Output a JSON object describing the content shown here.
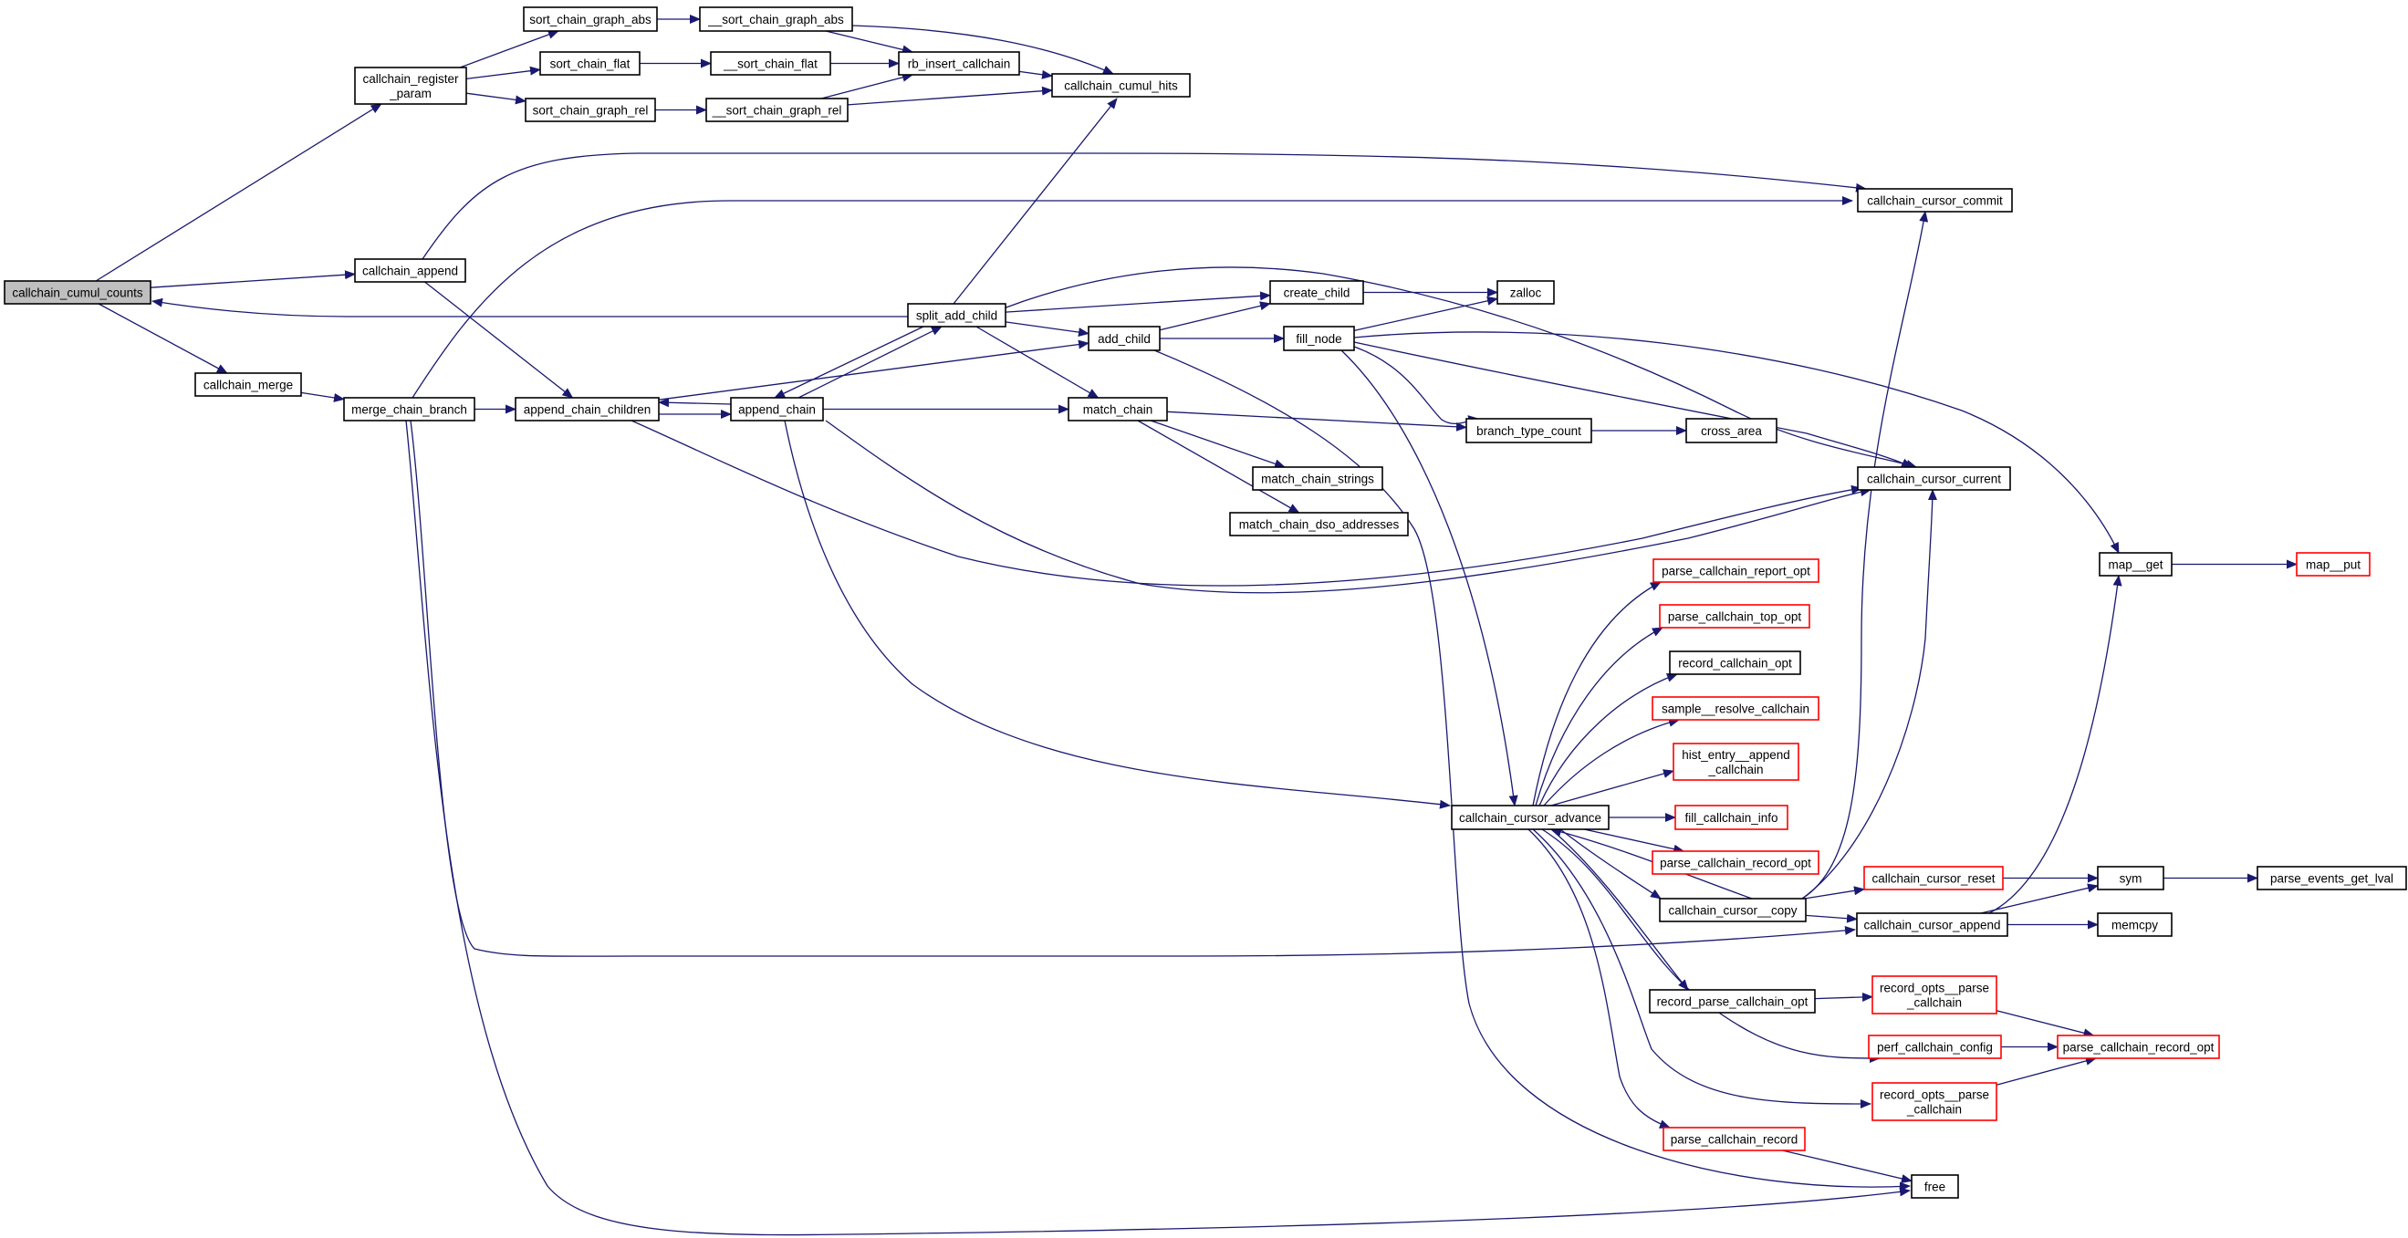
{
  "diagram": {
    "type": "call-graph",
    "root": "callchain_cumul_counts",
    "colors": {
      "edge": "#191970",
      "node_border": "#000000",
      "node_border_truncated": "#ff0000",
      "node_fill": "#ffffff",
      "root_fill": "#bfbfbf",
      "background": "#ffffff"
    },
    "nodes": [
      {
        "id": "callchain_cumul_counts",
        "lines": [
          "callchain_cumul_counts"
        ],
        "style": "root"
      },
      {
        "id": "callchain_register_param",
        "lines": [
          "callchain_register",
          "_param"
        ],
        "style": "normal"
      },
      {
        "id": "sort_chain_graph_abs",
        "lines": [
          "sort_chain_graph_abs"
        ],
        "style": "normal"
      },
      {
        "id": "__sort_chain_graph_abs",
        "lines": [
          "__sort_chain_graph_abs"
        ],
        "style": "normal"
      },
      {
        "id": "sort_chain_flat",
        "lines": [
          "sort_chain_flat"
        ],
        "style": "normal"
      },
      {
        "id": "__sort_chain_flat",
        "lines": [
          "__sort_chain_flat"
        ],
        "style": "normal"
      },
      {
        "id": "sort_chain_graph_rel",
        "lines": [
          "sort_chain_graph_rel"
        ],
        "style": "normal"
      },
      {
        "id": "__sort_chain_graph_rel",
        "lines": [
          "__sort_chain_graph_rel"
        ],
        "style": "normal"
      },
      {
        "id": "rb_insert_callchain",
        "lines": [
          "rb_insert_callchain"
        ],
        "style": "normal"
      },
      {
        "id": "callchain_cumul_hits",
        "lines": [
          "callchain_cumul_hits"
        ],
        "style": "normal"
      },
      {
        "id": "callchain_append",
        "lines": [
          "callchain_append"
        ],
        "style": "normal"
      },
      {
        "id": "callchain_merge",
        "lines": [
          "callchain_merge"
        ],
        "style": "normal"
      },
      {
        "id": "merge_chain_branch",
        "lines": [
          "merge_chain_branch"
        ],
        "style": "normal"
      },
      {
        "id": "append_chain_children",
        "lines": [
          "append_chain_children"
        ],
        "style": "normal"
      },
      {
        "id": "append_chain",
        "lines": [
          "append_chain"
        ],
        "style": "normal"
      },
      {
        "id": "split_add_child",
        "lines": [
          "split_add_child"
        ],
        "style": "normal"
      },
      {
        "id": "add_child",
        "lines": [
          "add_child"
        ],
        "style": "normal"
      },
      {
        "id": "create_child",
        "lines": [
          "create_child"
        ],
        "style": "normal"
      },
      {
        "id": "fill_node",
        "lines": [
          "fill_node"
        ],
        "style": "normal"
      },
      {
        "id": "zalloc",
        "lines": [
          "zalloc"
        ],
        "style": "normal"
      },
      {
        "id": "match_chain",
        "lines": [
          "match_chain"
        ],
        "style": "normal"
      },
      {
        "id": "branch_type_count",
        "lines": [
          "branch_type_count"
        ],
        "style": "normal"
      },
      {
        "id": "cross_area",
        "lines": [
          "cross_area"
        ],
        "style": "normal"
      },
      {
        "id": "match_chain_strings",
        "lines": [
          "match_chain_strings"
        ],
        "style": "normal"
      },
      {
        "id": "match_chain_dso_addresses",
        "lines": [
          "match_chain_dso_addresses"
        ],
        "style": "normal"
      },
      {
        "id": "callchain_cursor_commit",
        "lines": [
          "callchain_cursor_commit"
        ],
        "style": "normal"
      },
      {
        "id": "callchain_cursor_current",
        "lines": [
          "callchain_cursor_current"
        ],
        "style": "normal"
      },
      {
        "id": "map__get",
        "lines": [
          "map__get"
        ],
        "style": "normal"
      },
      {
        "id": "map__put",
        "lines": [
          "map__put"
        ],
        "style": "truncated"
      },
      {
        "id": "parse_callchain_report_opt",
        "lines": [
          "parse_callchain_report_opt"
        ],
        "style": "truncated"
      },
      {
        "id": "parse_callchain_top_opt",
        "lines": [
          "parse_callchain_top_opt"
        ],
        "style": "truncated"
      },
      {
        "id": "record_callchain_opt",
        "lines": [
          "record_callchain_opt"
        ],
        "style": "normal"
      },
      {
        "id": "sample__resolve_callchain",
        "lines": [
          "sample__resolve_callchain"
        ],
        "style": "truncated"
      },
      {
        "id": "hist_entry__append_callchain",
        "lines": [
          "hist_entry__append",
          "_callchain"
        ],
        "style": "truncated"
      },
      {
        "id": "callchain_cursor_advance",
        "lines": [
          "callchain_cursor_advance"
        ],
        "style": "normal"
      },
      {
        "id": "fill_callchain_info",
        "lines": [
          "fill_callchain_info"
        ],
        "style": "truncated"
      },
      {
        "id": "parse_callchain_record_opt_a",
        "lines": [
          "parse_callchain_record_opt"
        ],
        "style": "truncated"
      },
      {
        "id": "callchain_cursor_reset",
        "lines": [
          "callchain_cursor_reset"
        ],
        "style": "truncated"
      },
      {
        "id": "callchain_cursor__copy",
        "lines": [
          "callchain_cursor__copy"
        ],
        "style": "normal"
      },
      {
        "id": "sym",
        "lines": [
          "sym"
        ],
        "style": "normal"
      },
      {
        "id": "parse_events_get_lval",
        "lines": [
          "parse_events_get_lval"
        ],
        "style": "normal"
      },
      {
        "id": "callchain_cursor_append",
        "lines": [
          "callchain_cursor_append"
        ],
        "style": "normal"
      },
      {
        "id": "memcpy",
        "lines": [
          "memcpy"
        ],
        "style": "normal"
      },
      {
        "id": "record_parse_callchain_opt",
        "lines": [
          "record_parse_callchain_opt"
        ],
        "style": "normal"
      },
      {
        "id": "record_opts__parse_callchain_a",
        "lines": [
          "record_opts__parse",
          "_callchain"
        ],
        "style": "truncated"
      },
      {
        "id": "perf_callchain_config",
        "lines": [
          "perf_callchain_config"
        ],
        "style": "truncated"
      },
      {
        "id": "parse_callchain_record_opt_b",
        "lines": [
          "parse_callchain_record_opt"
        ],
        "style": "truncated"
      },
      {
        "id": "record_opts__parse_callchain_b",
        "lines": [
          "record_opts__parse",
          "_callchain"
        ],
        "style": "truncated"
      },
      {
        "id": "parse_callchain_record",
        "lines": [
          "parse_callchain_record"
        ],
        "style": "truncated"
      },
      {
        "id": "free",
        "lines": [
          "free"
        ],
        "style": "normal"
      }
    ],
    "edges": [
      {
        "from": "callchain_cumul_counts",
        "to": "callchain_register_param"
      },
      {
        "from": "callchain_cumul_counts",
        "to": "callchain_append"
      },
      {
        "from": "callchain_cumul_counts",
        "to": "callchain_merge"
      },
      {
        "from": "callchain_register_param",
        "to": "sort_chain_graph_abs"
      },
      {
        "from": "callchain_register_param",
        "to": "sort_chain_flat"
      },
      {
        "from": "callchain_register_param",
        "to": "sort_chain_graph_rel"
      },
      {
        "from": "sort_chain_graph_abs",
        "to": "__sort_chain_graph_abs"
      },
      {
        "from": "sort_chain_flat",
        "to": "__sort_chain_flat"
      },
      {
        "from": "sort_chain_graph_rel",
        "to": "__sort_chain_graph_rel"
      },
      {
        "from": "__sort_chain_graph_abs",
        "to": "rb_insert_callchain"
      },
      {
        "from": "__sort_chain_graph_abs",
        "to": "callchain_cumul_hits"
      },
      {
        "from": "__sort_chain_flat",
        "to": "rb_insert_callchain"
      },
      {
        "from": "__sort_chain_graph_rel",
        "to": "rb_insert_callchain"
      },
      {
        "from": "__sort_chain_graph_rel",
        "to": "callchain_cumul_hits"
      },
      {
        "from": "rb_insert_callchain",
        "to": "callchain_cumul_hits"
      },
      {
        "from": "callchain_append",
        "to": "callchain_cursor_commit"
      },
      {
        "from": "callchain_append",
        "to": "append_chain_children"
      },
      {
        "from": "callchain_merge",
        "to": "merge_chain_branch"
      },
      {
        "from": "merge_chain_branch",
        "to": "callchain_cursor_commit"
      },
      {
        "from": "merge_chain_branch",
        "to": "append_chain_children"
      },
      {
        "from": "merge_chain_branch",
        "to": "callchain_cursor_append"
      },
      {
        "from": "merge_chain_branch",
        "to": "free"
      },
      {
        "from": "append_chain_children",
        "to": "append_chain"
      },
      {
        "from": "append_chain_children",
        "to": "add_child"
      },
      {
        "from": "append_chain_children",
        "to": "callchain_cursor_current"
      },
      {
        "from": "append_chain",
        "to": "append_chain_children"
      },
      {
        "from": "append_chain",
        "to": "split_add_child"
      },
      {
        "from": "append_chain",
        "to": "match_chain"
      },
      {
        "from": "append_chain",
        "to": "callchain_cursor_current"
      },
      {
        "from": "append_chain",
        "to": "callchain_cursor_advance"
      },
      {
        "from": "split_add_child",
        "to": "callchain_cumul_counts"
      },
      {
        "from": "split_add_child",
        "to": "callchain_cumul_hits"
      },
      {
        "from": "split_add_child",
        "to": "create_child"
      },
      {
        "from": "split_add_child",
        "to": "add_child"
      },
      {
        "from": "split_add_child",
        "to": "append_chain"
      },
      {
        "from": "split_add_child",
        "to": "match_chain"
      },
      {
        "from": "split_add_child",
        "to": "callchain_cursor_current"
      },
      {
        "from": "add_child",
        "to": "create_child"
      },
      {
        "from": "add_child",
        "to": "fill_node"
      },
      {
        "from": "add_child",
        "to": "free"
      },
      {
        "from": "create_child",
        "to": "zalloc"
      },
      {
        "from": "fill_node",
        "to": "zalloc"
      },
      {
        "from": "fill_node",
        "to": "branch_type_count"
      },
      {
        "from": "fill_node",
        "to": "callchain_cursor_current"
      },
      {
        "from": "fill_node",
        "to": "map__get"
      },
      {
        "from": "fill_node",
        "to": "callchain_cursor_advance"
      },
      {
        "from": "match_chain",
        "to": "branch_type_count"
      },
      {
        "from": "match_chain",
        "to": "match_chain_strings"
      },
      {
        "from": "match_chain",
        "to": "match_chain_dso_addresses"
      },
      {
        "from": "branch_type_count",
        "to": "cross_area"
      },
      {
        "from": "map__get",
        "to": "map__put"
      },
      {
        "from": "callchain_cursor_advance",
        "to": "parse_callchain_report_opt"
      },
      {
        "from": "callchain_cursor_advance",
        "to": "parse_callchain_top_opt"
      },
      {
        "from": "callchain_cursor_advance",
        "to": "record_callchain_opt"
      },
      {
        "from": "callchain_cursor_advance",
        "to": "sample__resolve_callchain"
      },
      {
        "from": "callchain_cursor_advance",
        "to": "hist_entry__append_callchain"
      },
      {
        "from": "callchain_cursor_advance",
        "to": "fill_callchain_info"
      },
      {
        "from": "callchain_cursor_advance",
        "to": "parse_callchain_record_opt_a"
      },
      {
        "from": "callchain_cursor_advance",
        "to": "callchain_cursor__copy"
      },
      {
        "from": "callchain_cursor_advance",
        "to": "record_parse_callchain_opt"
      },
      {
        "from": "callchain_cursor_advance",
        "to": "perf_callchain_config"
      },
      {
        "from": "callchain_cursor_advance",
        "to": "record_opts__parse_callchain_b"
      },
      {
        "from": "callchain_cursor_advance",
        "to": "parse_callchain_record"
      },
      {
        "from": "callchain_cursor__copy",
        "to": "callchain_cursor_advance"
      },
      {
        "from": "callchain_cursor__copy",
        "to": "callchain_cursor_commit"
      },
      {
        "from": "callchain_cursor__copy",
        "to": "callchain_cursor_current"
      },
      {
        "from": "callchain_cursor__copy",
        "to": "callchain_cursor_reset"
      },
      {
        "from": "callchain_cursor__copy",
        "to": "callchain_cursor_append"
      },
      {
        "from": "callchain_cursor_reset",
        "to": "sym"
      },
      {
        "from": "callchain_cursor_append",
        "to": "sym"
      },
      {
        "from": "callchain_cursor_append",
        "to": "map__get"
      },
      {
        "from": "callchain_cursor_append",
        "to": "memcpy"
      },
      {
        "from": "sym",
        "to": "parse_events_get_lval"
      },
      {
        "from": "record_parse_callchain_opt",
        "to": "record_opts__parse_callchain_a"
      },
      {
        "from": "record_opts__parse_callchain_a",
        "to": "parse_callchain_record_opt_b"
      },
      {
        "from": "perf_callchain_config",
        "to": "parse_callchain_record_opt_b"
      },
      {
        "from": "record_opts__parse_callchain_b",
        "to": "parse_callchain_record_opt_b"
      },
      {
        "from": "parse_callchain_record",
        "to": "free"
      }
    ]
  }
}
